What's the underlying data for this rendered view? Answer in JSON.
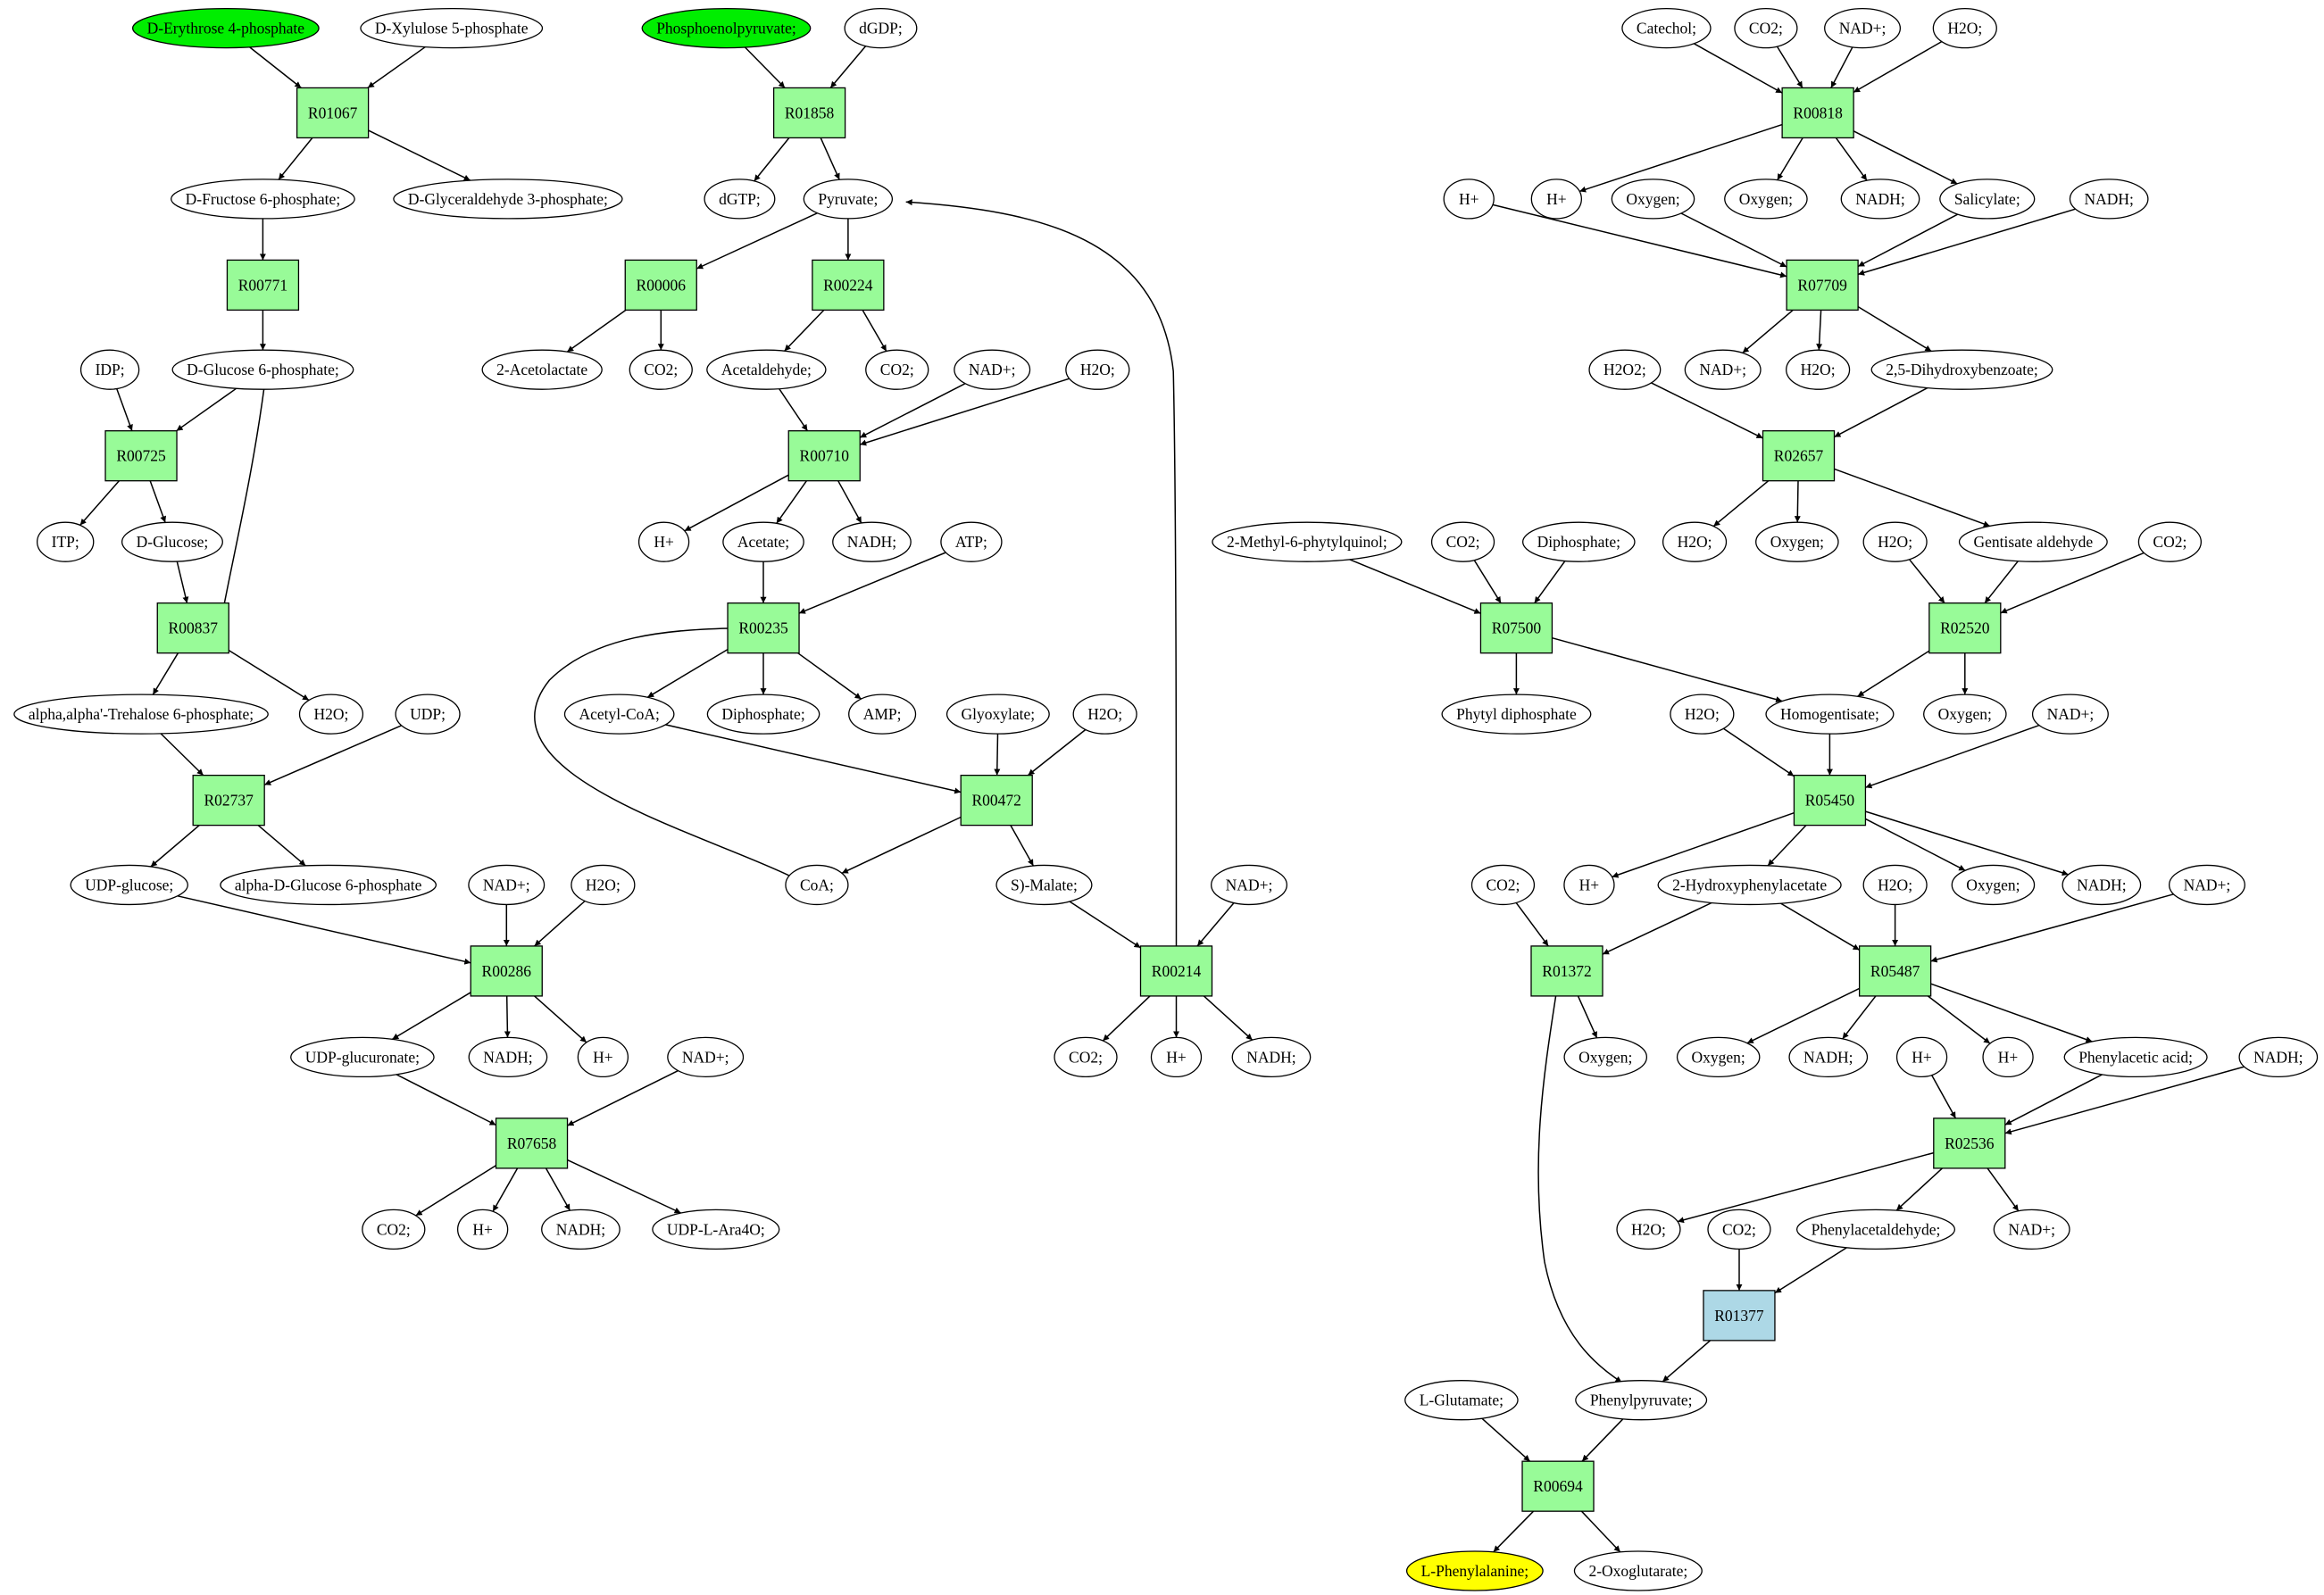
{
  "colors": {
    "metabolite": "#ffffff",
    "reaction": "#98fb98",
    "reaction_special": "#add8e6",
    "source": "#00ee00",
    "target": "#ffff00",
    "stroke": "#000000"
  },
  "nodes": [
    {
      "id": "e4p",
      "label": "D-Erythrose 4-phosphate",
      "kind": "source"
    },
    {
      "id": "x5p",
      "label": "D-Xylulose 5-phosphate",
      "kind": "metabolite"
    },
    {
      "id": "R01067",
      "label": "R01067",
      "kind": "reaction"
    },
    {
      "id": "f6p",
      "label": "D-Fructose 6-phosphate;",
      "kind": "metabolite"
    },
    {
      "id": "g3p",
      "label": "D-Glyceraldehyde 3-phosphate;",
      "kind": "metabolite"
    },
    {
      "id": "R00771",
      "label": "R00771",
      "kind": "reaction"
    },
    {
      "id": "g6p",
      "label": "D-Glucose 6-phosphate;",
      "kind": "metabolite"
    },
    {
      "id": "idp",
      "label": "IDP;",
      "kind": "metabolite"
    },
    {
      "id": "R00725",
      "label": "R00725",
      "kind": "reaction"
    },
    {
      "id": "itp",
      "label": "ITP;",
      "kind": "metabolite"
    },
    {
      "id": "glc",
      "label": "D-Glucose;",
      "kind": "metabolite"
    },
    {
      "id": "R00837",
      "label": "R00837",
      "kind": "reaction"
    },
    {
      "id": "treh6p",
      "label": "alpha,alpha'-Trehalose 6-phosphate;",
      "kind": "metabolite"
    },
    {
      "id": "h2o_a",
      "label": "H2O;",
      "kind": "metabolite"
    },
    {
      "id": "udp",
      "label": "UDP;",
      "kind": "metabolite"
    },
    {
      "id": "R02737",
      "label": "R02737",
      "kind": "reaction"
    },
    {
      "id": "udpglc",
      "label": "UDP-glucose;",
      "kind": "metabolite"
    },
    {
      "id": "ag6p",
      "label": "alpha-D-Glucose 6-phosphate",
      "kind": "metabolite"
    },
    {
      "id": "nad_b",
      "label": "NAD+;",
      "kind": "metabolite"
    },
    {
      "id": "h2o_b",
      "label": "H2O;",
      "kind": "metabolite"
    },
    {
      "id": "R00286",
      "label": "R00286",
      "kind": "reaction"
    },
    {
      "id": "udpglcur",
      "label": "UDP-glucuronate;",
      "kind": "metabolite"
    },
    {
      "id": "nadh_b",
      "label": "NADH;",
      "kind": "metabolite"
    },
    {
      "id": "hplus_b",
      "label": "H+",
      "kind": "metabolite"
    },
    {
      "id": "nad_c",
      "label": "NAD+;",
      "kind": "metabolite"
    },
    {
      "id": "R07658",
      "label": "R07658",
      "kind": "reaction"
    },
    {
      "id": "co2_c",
      "label": "CO2;",
      "kind": "metabolite"
    },
    {
      "id": "hplus_c",
      "label": "H+",
      "kind": "metabolite"
    },
    {
      "id": "nadh_c",
      "label": "NADH;",
      "kind": "metabolite"
    },
    {
      "id": "udpara",
      "label": "UDP-L-Ara4O;",
      "kind": "metabolite"
    },
    {
      "id": "pep",
      "label": "Phosphoenolpyruvate;",
      "kind": "source"
    },
    {
      "id": "dgdp",
      "label": "dGDP;",
      "kind": "metabolite"
    },
    {
      "id": "R01858",
      "label": "R01858",
      "kind": "reaction"
    },
    {
      "id": "dgtp",
      "label": "dGTP;",
      "kind": "metabolite"
    },
    {
      "id": "pyr",
      "label": "Pyruvate;",
      "kind": "metabolite"
    },
    {
      "id": "R00006",
      "label": "R00006",
      "kind": "reaction"
    },
    {
      "id": "R00224",
      "label": "R00224",
      "kind": "reaction"
    },
    {
      "id": "acetolac",
      "label": "2-Acetolactate",
      "kind": "metabolite"
    },
    {
      "id": "co2_d",
      "label": "CO2;",
      "kind": "metabolite"
    },
    {
      "id": "acald",
      "label": "Acetaldehyde;",
      "kind": "metabolite"
    },
    {
      "id": "co2_e",
      "label": "CO2;",
      "kind": "metabolite"
    },
    {
      "id": "nad_e",
      "label": "NAD+;",
      "kind": "metabolite"
    },
    {
      "id": "h2o_e",
      "label": "H2O;",
      "kind": "metabolite"
    },
    {
      "id": "R00710",
      "label": "R00710",
      "kind": "reaction"
    },
    {
      "id": "hplus_e",
      "label": "H+",
      "kind": "metabolite"
    },
    {
      "id": "acetate",
      "label": "Acetate;",
      "kind": "metabolite"
    },
    {
      "id": "nadh_e",
      "label": "NADH;",
      "kind": "metabolite"
    },
    {
      "id": "atp",
      "label": "ATP;",
      "kind": "metabolite"
    },
    {
      "id": "R00235",
      "label": "R00235",
      "kind": "reaction"
    },
    {
      "id": "accoa",
      "label": "Acetyl-CoA;",
      "kind": "metabolite"
    },
    {
      "id": "diphos_f",
      "label": "Diphosphate;",
      "kind": "metabolite"
    },
    {
      "id": "amp",
      "label": "AMP;",
      "kind": "metabolite"
    },
    {
      "id": "glyox",
      "label": "Glyoxylate;",
      "kind": "metabolite"
    },
    {
      "id": "h2o_f",
      "label": "H2O;",
      "kind": "metabolite"
    },
    {
      "id": "R00472",
      "label": "R00472",
      "kind": "reaction"
    },
    {
      "id": "coa",
      "label": "CoA;",
      "kind": "metabolite"
    },
    {
      "id": "malate",
      "label": "S)-Malate;",
      "kind": "metabolite"
    },
    {
      "id": "nad_g",
      "label": "NAD+;",
      "kind": "metabolite"
    },
    {
      "id": "R00214",
      "label": "R00214",
      "kind": "reaction"
    },
    {
      "id": "co2_g",
      "label": "CO2;",
      "kind": "metabolite"
    },
    {
      "id": "hplus_g",
      "label": "H+",
      "kind": "metabolite"
    },
    {
      "id": "nadh_g",
      "label": "NADH;",
      "kind": "metabolite"
    },
    {
      "id": "catechol",
      "label": "Catechol;",
      "kind": "metabolite"
    },
    {
      "id": "co2_h",
      "label": "CO2;",
      "kind": "metabolite"
    },
    {
      "id": "nad_h",
      "label": "NAD+;",
      "kind": "metabolite"
    },
    {
      "id": "h2o_h",
      "label": "H2O;",
      "kind": "metabolite"
    },
    {
      "id": "R00818",
      "label": "R00818",
      "kind": "reaction"
    },
    {
      "id": "hplus_h1",
      "label": "H+",
      "kind": "metabolite"
    },
    {
      "id": "hplus_h2",
      "label": "H+",
      "kind": "metabolite"
    },
    {
      "id": "oxy_h1",
      "label": "Oxygen;",
      "kind": "metabolite"
    },
    {
      "id": "oxy_h2",
      "label": "Oxygen;",
      "kind": "metabolite"
    },
    {
      "id": "nadh_h1",
      "label": "NADH;",
      "kind": "metabolite"
    },
    {
      "id": "salicylate",
      "label": "Salicylate;",
      "kind": "metabolite"
    },
    {
      "id": "nadh_h2",
      "label": "NADH;",
      "kind": "metabolite"
    },
    {
      "id": "R07709",
      "label": "R07709",
      "kind": "reaction"
    },
    {
      "id": "h2o2",
      "label": "H2O2;",
      "kind": "metabolite"
    },
    {
      "id": "nad_i",
      "label": "NAD+;",
      "kind": "metabolite"
    },
    {
      "id": "h2o_i",
      "label": "H2O;",
      "kind": "metabolite"
    },
    {
      "id": "dhb",
      "label": "2,5-Dihydroxybenzoate;",
      "kind": "metabolite"
    },
    {
      "id": "R02657",
      "label": "R02657",
      "kind": "reaction"
    },
    {
      "id": "h2o_j1",
      "label": "H2O;",
      "kind": "metabolite"
    },
    {
      "id": "oxy_j",
      "label": "Oxygen;",
      "kind": "metabolite"
    },
    {
      "id": "h2o_j2",
      "label": "H2O;",
      "kind": "metabolite"
    },
    {
      "id": "gentald",
      "label": "Gentisate aldehyde",
      "kind": "metabolite"
    },
    {
      "id": "co2_j",
      "label": "CO2;",
      "kind": "metabolite"
    },
    {
      "id": "mpq",
      "label": "2-Methyl-6-phytylquinol;",
      "kind": "metabolite"
    },
    {
      "id": "co2_k",
      "label": "CO2;",
      "kind": "metabolite"
    },
    {
      "id": "diphos_k",
      "label": "Diphosphate;",
      "kind": "metabolite"
    },
    {
      "id": "R07500",
      "label": "R07500",
      "kind": "reaction"
    },
    {
      "id": "R02520",
      "label": "R02520",
      "kind": "reaction"
    },
    {
      "id": "phytyl",
      "label": "Phytyl diphosphate",
      "kind": "metabolite"
    },
    {
      "id": "h2o_l",
      "label": "H2O;",
      "kind": "metabolite"
    },
    {
      "id": "homogent",
      "label": "Homogentisate;",
      "kind": "metabolite"
    },
    {
      "id": "oxy_l",
      "label": "Oxygen;",
      "kind": "metabolite"
    },
    {
      "id": "nad_l",
      "label": "NAD+;",
      "kind": "metabolite"
    },
    {
      "id": "R05450",
      "label": "R05450",
      "kind": "reaction"
    },
    {
      "id": "co2_m",
      "label": "CO2;",
      "kind": "metabolite"
    },
    {
      "id": "hplus_m",
      "label": "H+",
      "kind": "metabolite"
    },
    {
      "id": "hpa",
      "label": "2-Hydroxyphenylacetate",
      "kind": "metabolite"
    },
    {
      "id": "h2o_m",
      "label": "H2O;",
      "kind": "metabolite"
    },
    {
      "id": "oxy_m",
      "label": "Oxygen;",
      "kind": "metabolite"
    },
    {
      "id": "nadh_m",
      "label": "NADH;",
      "kind": "metabolite"
    },
    {
      "id": "nad_m",
      "label": "NAD+;",
      "kind": "metabolite"
    },
    {
      "id": "R01372",
      "label": "R01372",
      "kind": "reaction"
    },
    {
      "id": "R05487",
      "label": "R05487",
      "kind": "reaction"
    },
    {
      "id": "oxy_n1",
      "label": "Oxygen;",
      "kind": "metabolite"
    },
    {
      "id": "oxy_n2",
      "label": "Oxygen;",
      "kind": "metabolite"
    },
    {
      "id": "nadh_n",
      "label": "NADH;",
      "kind": "metabolite"
    },
    {
      "id": "hplus_n1",
      "label": "H+",
      "kind": "metabolite"
    },
    {
      "id": "hplus_n2",
      "label": "H+",
      "kind": "metabolite"
    },
    {
      "id": "phac",
      "label": "Phenylacetic acid;",
      "kind": "metabolite"
    },
    {
      "id": "nadh_n2",
      "label": "NADH;",
      "kind": "metabolite"
    },
    {
      "id": "R02536",
      "label": "R02536",
      "kind": "reaction"
    },
    {
      "id": "h2o_o",
      "label": "H2O;",
      "kind": "metabolite"
    },
    {
      "id": "co2_o",
      "label": "CO2;",
      "kind": "metabolite"
    },
    {
      "id": "phacald",
      "label": "Phenylacetaldehyde;",
      "kind": "metabolite"
    },
    {
      "id": "nad_o",
      "label": "NAD+;",
      "kind": "metabolite"
    },
    {
      "id": "R01377",
      "label": "R01377",
      "kind": "reaction_special"
    },
    {
      "id": "glu",
      "label": "L-Glutamate;",
      "kind": "metabolite"
    },
    {
      "id": "phpyr",
      "label": "Phenylpyruvate;",
      "kind": "metabolite"
    },
    {
      "id": "R00694",
      "label": "R00694",
      "kind": "reaction"
    },
    {
      "id": "phe",
      "label": "L-Phenylalanine;",
      "kind": "target"
    },
    {
      "id": "oxoglu",
      "label": "2-Oxoglutarate;",
      "kind": "metabolite"
    }
  ],
  "edges": [
    [
      "e4p",
      "R01067"
    ],
    [
      "x5p",
      "R01067"
    ],
    [
      "R01067",
      "f6p"
    ],
    [
      "R01067",
      "g3p"
    ],
    [
      "f6p",
      "R00771"
    ],
    [
      "R00771",
      "g6p"
    ],
    [
      "idp",
      "R00725"
    ],
    [
      "g6p",
      "R00725"
    ],
    [
      "R00725",
      "itp"
    ],
    [
      "R00725",
      "glc"
    ],
    [
      "glc",
      "R00837"
    ],
    [
      "g6p",
      "R00837"
    ],
    [
      "R00837",
      "treh6p"
    ],
    [
      "R00837",
      "h2o_a"
    ],
    [
      "treh6p",
      "R02737"
    ],
    [
      "udp",
      "R02737"
    ],
    [
      "R02737",
      "udpglc"
    ],
    [
      "R02737",
      "ag6p"
    ],
    [
      "udpglc",
      "R00286"
    ],
    [
      "nad_b",
      "R00286"
    ],
    [
      "h2o_b",
      "R00286"
    ],
    [
      "R00286",
      "udpglcur"
    ],
    [
      "R00286",
      "nadh_b"
    ],
    [
      "R00286",
      "hplus_b"
    ],
    [
      "udpglcur",
      "R07658"
    ],
    [
      "nad_c",
      "R07658"
    ],
    [
      "R07658",
      "co2_c"
    ],
    [
      "R07658",
      "hplus_c"
    ],
    [
      "R07658",
      "nadh_c"
    ],
    [
      "R07658",
      "udpara"
    ],
    [
      "pep",
      "R01858"
    ],
    [
      "dgdp",
      "R01858"
    ],
    [
      "R01858",
      "dgtp"
    ],
    [
      "R01858",
      "pyr"
    ],
    [
      "pyr",
      "R00006"
    ],
    [
      "pyr",
      "R00224"
    ],
    [
      "R00006",
      "acetolac"
    ],
    [
      "R00006",
      "co2_d"
    ],
    [
      "R00224",
      "acald"
    ],
    [
      "R00224",
      "co2_e"
    ],
    [
      "acald",
      "R00710"
    ],
    [
      "nad_e",
      "R00710"
    ],
    [
      "h2o_e",
      "R00710"
    ],
    [
      "R00710",
      "hplus_e"
    ],
    [
      "R00710",
      "acetate"
    ],
    [
      "R00710",
      "nadh_e"
    ],
    [
      "acetate",
      "R00235"
    ],
    [
      "atp",
      "R00235"
    ],
    [
      "coa",
      "R00235"
    ],
    [
      "R00235",
      "accoa"
    ],
    [
      "R00235",
      "diphos_f"
    ],
    [
      "R00235",
      "amp"
    ],
    [
      "accoa",
      "R00472"
    ],
    [
      "glyox",
      "R00472"
    ],
    [
      "h2o_f",
      "R00472"
    ],
    [
      "R00472",
      "coa"
    ],
    [
      "R00472",
      "malate"
    ],
    [
      "malate",
      "R00214"
    ],
    [
      "nad_g",
      "R00214"
    ],
    [
      "R00214",
      "co2_g"
    ],
    [
      "R00214",
      "hplus_g"
    ],
    [
      "R00214",
      "nadh_g"
    ],
    [
      "R00214",
      "pyr"
    ],
    [
      "catechol",
      "R00818"
    ],
    [
      "co2_h",
      "R00818"
    ],
    [
      "nad_h",
      "R00818"
    ],
    [
      "h2o_h",
      "R00818"
    ],
    [
      "R00818",
      "hplus_h2"
    ],
    [
      "R00818",
      "oxy_h2"
    ],
    [
      "R00818",
      "nadh_h1"
    ],
    [
      "R00818",
      "salicylate"
    ],
    [
      "hplus_h1",
      "R07709"
    ],
    [
      "oxy_h1",
      "R07709"
    ],
    [
      "salicylate",
      "R07709"
    ],
    [
      "nadh_h2",
      "R07709"
    ],
    [
      "R07709",
      "nad_i"
    ],
    [
      "R07709",
      "h2o_i"
    ],
    [
      "R07709",
      "dhb"
    ],
    [
      "h2o2",
      "R02657"
    ],
    [
      "dhb",
      "R02657"
    ],
    [
      "R02657",
      "h2o_j1"
    ],
    [
      "R02657",
      "oxy_j"
    ],
    [
      "R02657",
      "gentald"
    ],
    [
      "mpq",
      "R07500"
    ],
    [
      "co2_k",
      "R07500"
    ],
    [
      "diphos_k",
      "R07500"
    ],
    [
      "R07500",
      "phytyl"
    ],
    [
      "R07500",
      "homogent"
    ],
    [
      "h2o_j2",
      "R02520"
    ],
    [
      "gentald",
      "R02520"
    ],
    [
      "co2_j",
      "R02520"
    ],
    [
      "R02520",
      "homogent"
    ],
    [
      "R02520",
      "oxy_l"
    ],
    [
      "h2o_l",
      "R05450"
    ],
    [
      "homogent",
      "R05450"
    ],
    [
      "nad_l",
      "R05450"
    ],
    [
      "R05450",
      "hplus_m"
    ],
    [
      "R05450",
      "hpa"
    ],
    [
      "R05450",
      "oxy_m"
    ],
    [
      "R05450",
      "nadh_m"
    ],
    [
      "co2_m",
      "R01372"
    ],
    [
      "hpa",
      "R01372"
    ],
    [
      "R01372",
      "oxy_n1"
    ],
    [
      "R01372",
      "phpyr"
    ],
    [
      "hpa",
      "R05487"
    ],
    [
      "h2o_m",
      "R05487"
    ],
    [
      "nad_m",
      "R05487"
    ],
    [
      "R05487",
      "oxy_n2"
    ],
    [
      "R05487",
      "nadh_n"
    ],
    [
      "R05487",
      "hplus_n2"
    ],
    [
      "R05487",
      "phac"
    ],
    [
      "hplus_n1",
      "R02536"
    ],
    [
      "phac",
      "R02536"
    ],
    [
      "nadh_n2",
      "R02536"
    ],
    [
      "R02536",
      "h2o_o"
    ],
    [
      "R02536",
      "phacald"
    ],
    [
      "R02536",
      "nad_o"
    ],
    [
      "co2_o",
      "R01377"
    ],
    [
      "phacald",
      "R01377"
    ],
    [
      "R01377",
      "phpyr"
    ],
    [
      "glu",
      "R00694"
    ],
    [
      "phpyr",
      "R00694"
    ],
    [
      "R00694",
      "phe"
    ],
    [
      "R00694",
      "oxoglu"
    ]
  ]
}
